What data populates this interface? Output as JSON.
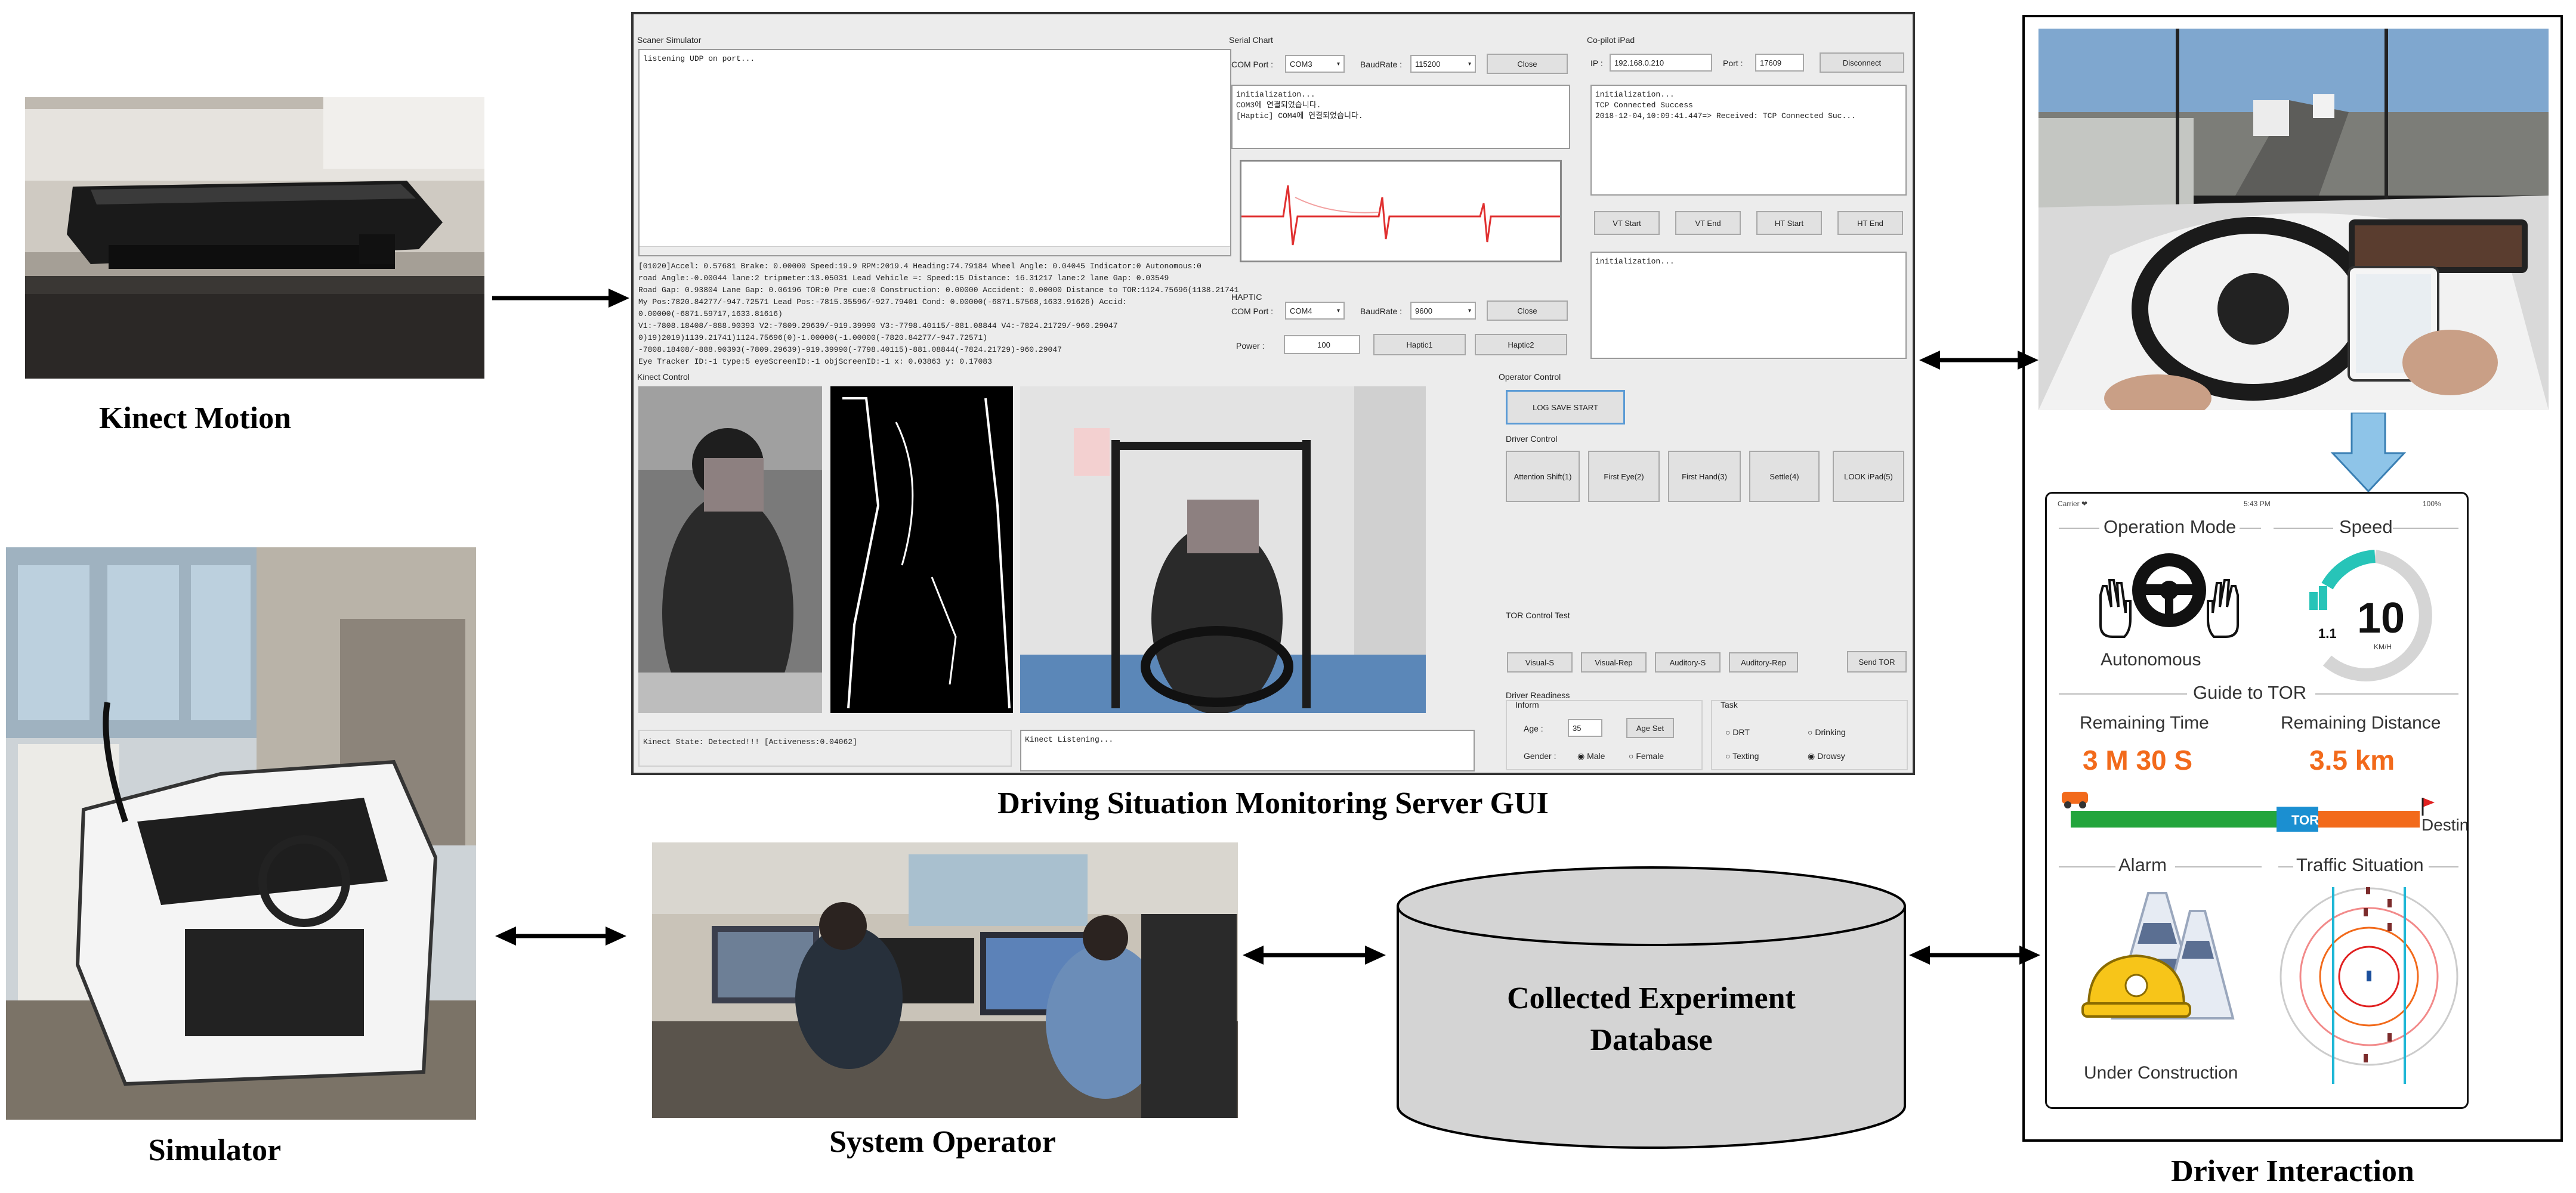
{
  "captions": {
    "kinect": "Kinect Motion",
    "gui": "Driving Situation Monitoring Server GUI",
    "simulator": "Simulator",
    "operator": "System Operator",
    "database_line1": "Collected Experiment",
    "database_line2": "Database",
    "driver": "Driver Interaction"
  },
  "gui": {
    "scaner": {
      "title": "Scaner Simulator",
      "log_first": "listening UDP on port...",
      "log_lines": [
        "[01020]Accel: 0.57681 Brake: 0.00000 Speed:19.9 RPM:2019.4 Heading:74.79184 Wheel Angle: 0.04045 Indicator:0 Autonomous:0",
        "road Angle:-0.00044 lane:2 tripmeter:13.05031 Lead Vehicle =: Speed:15 Distance: 16.31217 lane:2 lane Gap: 0.03549",
        "Road Gap: 0.93804 Lane Gap: 0.06196 TOR:0 Pre cue:0 Construction: 0.00000 Accident: 0.00000 Distance to TOR:1124.75696(1138.21741",
        "My Pos:7820.84277/-947.72571 Lead Pos:-7815.35596/-927.79401 Cond: 0.00000(-6871.57568,1633.91626) Accid:",
        "0.00000(-6871.59717,1633.81616)",
        "V1:-7808.18408/-888.90393 V2:-7809.29639/-919.39990 V3:-7798.40115/-881.08844 V4:-7824.21729/-960.29047",
        "0)19)2019)1139.21741)1124.75696(0)-1.00000(-1.00000(-7820.84277/-947.72571)",
        "-7808.18408/-888.90393(-7809.29639)-919.39990(-7798.40115)-881.08844(-7824.21729)-960.29047",
        "Eye Tracker ID:-1 type:5 eyeScreenID:-1 objScreenID:-1 x: 0.03863 y: 0.17083"
      ]
    },
    "serial": {
      "title": "Serial Chart",
      "com_label": "COM Port :",
      "com_value": "COM3",
      "baud_label": "BaudRate :",
      "baud_value": "115200",
      "close_label": "Close",
      "log": [
        "initialization...",
        "COM3에 연결되었습니다.",
        "[Haptic] COM4에 연결되었습니다."
      ]
    },
    "haptic": {
      "title": "HAPTIC",
      "com_label": "COM Port :",
      "com_value": "COM4",
      "baud_label": "BaudRate :",
      "baud_value": "9600",
      "close_label": "Close",
      "power_label": "Power :",
      "power_value": "100",
      "haptic1": "Haptic1",
      "haptic2": "Haptic2"
    },
    "copilot": {
      "title": "Co-pilot iPad",
      "ip_label": "IP :",
      "ip_value": "192.168.0.210",
      "port_label": "Port :",
      "port_value": "17609",
      "disconnect": "Disconnect",
      "log": [
        "initialization...",
        "TCP Connected Success",
        "2018-12-04,10:09:41.447=> Received: TCP Connected Suc..."
      ],
      "buttons": [
        "VT Start",
        "VT End",
        "HT Start",
        "HT End"
      ],
      "log2": "initialization..."
    },
    "kinect": {
      "title": "Kinect Control",
      "state": "Kinect State: Detected!!! [Activeness:0.04062]",
      "listening": "Kinect Listening..."
    },
    "operator": {
      "title": "Operator Control",
      "log_save": "LOG SAVE START",
      "driver_control": "Driver Control",
      "driver_buttons": [
        "Attention Shift(1)",
        "First Eye(2)",
        "First Hand(3)",
        "Settle(4)",
        "LOOK iPad(5)"
      ],
      "tor_title": "TOR Control Test",
      "tor_buttons": [
        "Visual-S",
        "Visual-Rep",
        "Auditory-S",
        "Auditory-Rep"
      ],
      "send_tor": "Send TOR",
      "readiness_title": "Driver Readiness",
      "inform": "Inform",
      "age_label": "Age :",
      "age_value": "35",
      "age_set": "Age Set",
      "gender_label": "Gender :",
      "male": "Male",
      "female": "Female",
      "task": "Task",
      "tasks": [
        "DRT",
        "Drinking",
        "Texting",
        "Drowsy"
      ]
    }
  },
  "ipad": {
    "status_left": "Carrier ❤",
    "status_center": "5:43 PM",
    "status_right": "100%",
    "operation_mode": "Operation Mode",
    "speed_title": "Speed",
    "autonomous": "Autonomous",
    "speed_value": "10",
    "speed_unit": "KM/H",
    "speed_small": "1.1",
    "guide": "Guide to TOR",
    "remaining_time_label": "Remaining Time",
    "remaining_time": "3 M 30 S",
    "remaining_distance_label": "Remaining Distance",
    "remaining_distance": "3.5 km",
    "tor": "TOR",
    "destination": "Destination",
    "alarm": "Alarm",
    "traffic": "Traffic Situation",
    "under_construction": "Under Construction"
  },
  "colors": {
    "orange": "#f26a1b",
    "green": "#23a53c",
    "blue_arrow": "#8ec4e8",
    "database_fill": "#d4d4d4",
    "tor_blue": "#1b8fd1"
  }
}
